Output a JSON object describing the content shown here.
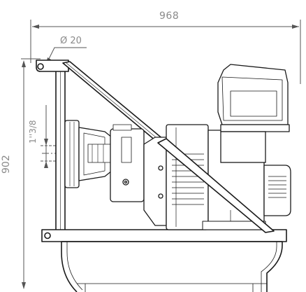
{
  "dimensions": {
    "overall_width": "968",
    "overall_height": "902",
    "lifting_hole_diameter": "Ø 20",
    "coupling_size": "1''3/8"
  },
  "colors": {
    "outline": "#1a1a1a",
    "dimension_line": "#555555",
    "dimension_text": "#8a8a8a",
    "background": "#ffffff"
  }
}
